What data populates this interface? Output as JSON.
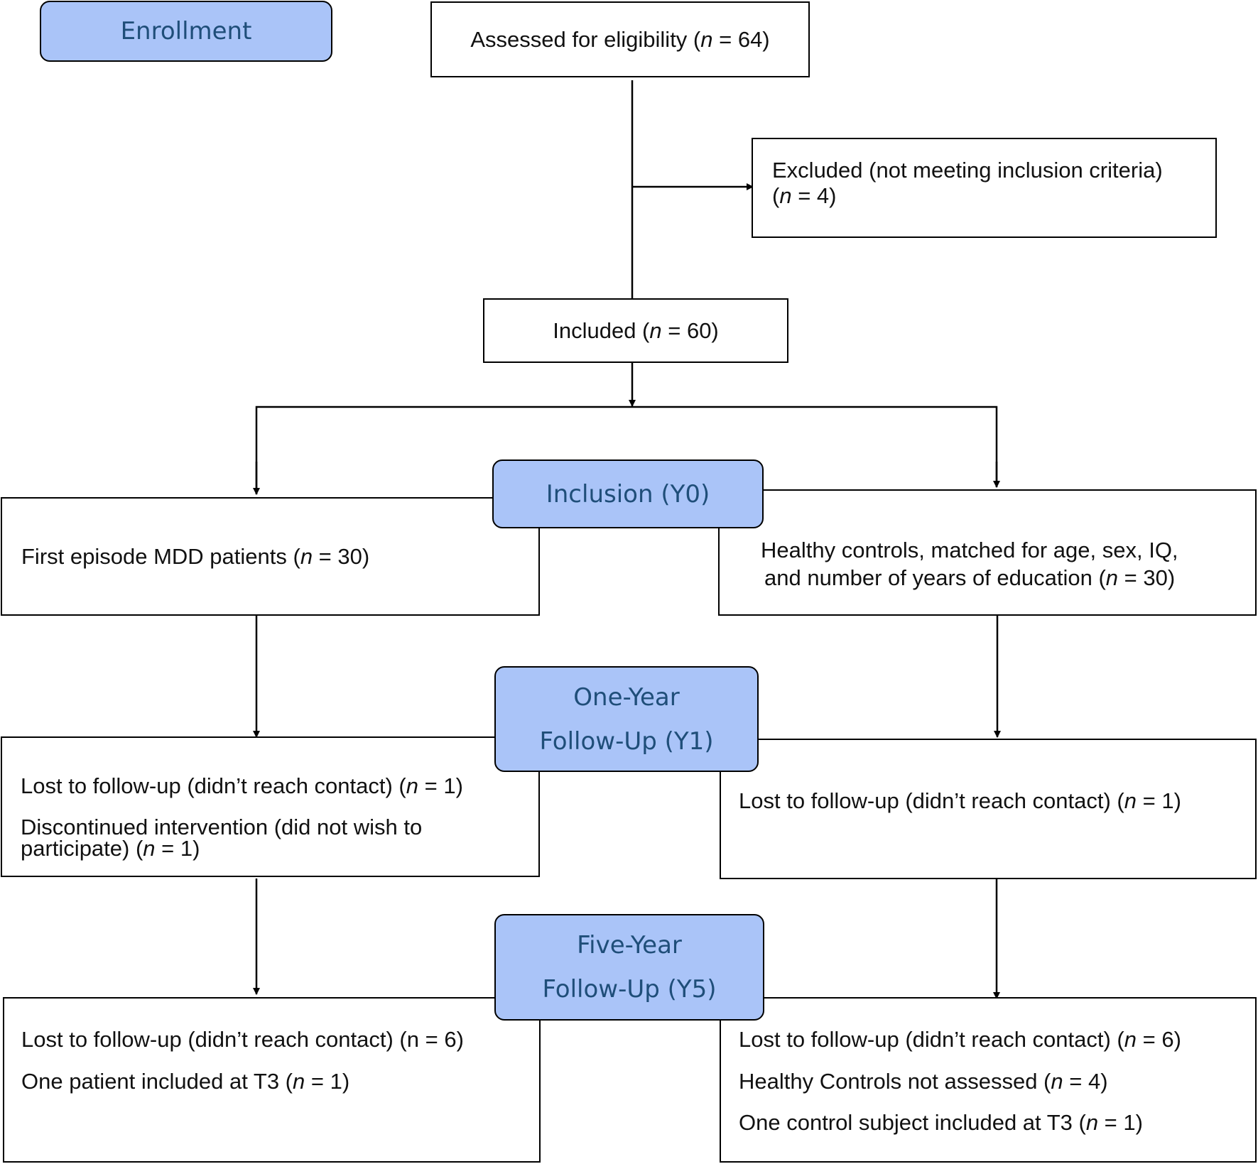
{
  "stages": {
    "enrollment": "Enrollment",
    "inclusion": "Inclusion (Y0)",
    "one_year": [
      "One-Year",
      "Follow-Up (Y1)"
    ],
    "five_year": [
      "Five-Year",
      "Follow-Up (Y5)"
    ]
  },
  "assessed": {
    "label": "Assessed for eligibility (",
    "n": "n",
    "value": " = 64)"
  },
  "excluded": {
    "line1": "Excluded (not meeting inclusion criteria)",
    "line2_open": "(",
    "n": "n",
    "line2_close": " = 4)"
  },
  "included": {
    "label": "Included (",
    "n": "n",
    "value": " = 60)"
  },
  "patients": {
    "label": "First episode MDD patients (",
    "n": "n",
    "value": " = 30)"
  },
  "controls": {
    "line1": "Healthy controls, matched for age, sex, IQ,",
    "line2": "and number of years of education (",
    "n": "n",
    "value": " = 30)"
  },
  "patients_y1": {
    "item1": {
      "label": "Lost to follow-up (didn’t reach contact) (",
      "n": "n",
      "value": " = 1)"
    },
    "item2_line1": "Discontinued intervention (did not wish to",
    "item2_line2": {
      "label": "participate) (",
      "n": "n",
      "value": " = 1)"
    }
  },
  "controls_y1": {
    "label": "Lost to follow-up (didn’t reach contact) (",
    "n": "n",
    "value": " = 1)"
  },
  "patients_y5": {
    "item1": "Lost to follow-up (didn’t reach contact) (n = 6)",
    "item2": {
      "label": "One patient included at T3 (",
      "n": "n",
      "value": " = 1)"
    }
  },
  "controls_y5": {
    "item1": {
      "label": "Lost to follow-up (didn’t reach contact) (",
      "n": "n",
      "value": " = 6)"
    },
    "item2": {
      "label": "Healthy Controls not assessed (",
      "n": "n",
      "value": " = 4)"
    },
    "item3": {
      "label": "One control subject included at T3 (",
      "n": "n",
      "value": " = 1)"
    }
  }
}
